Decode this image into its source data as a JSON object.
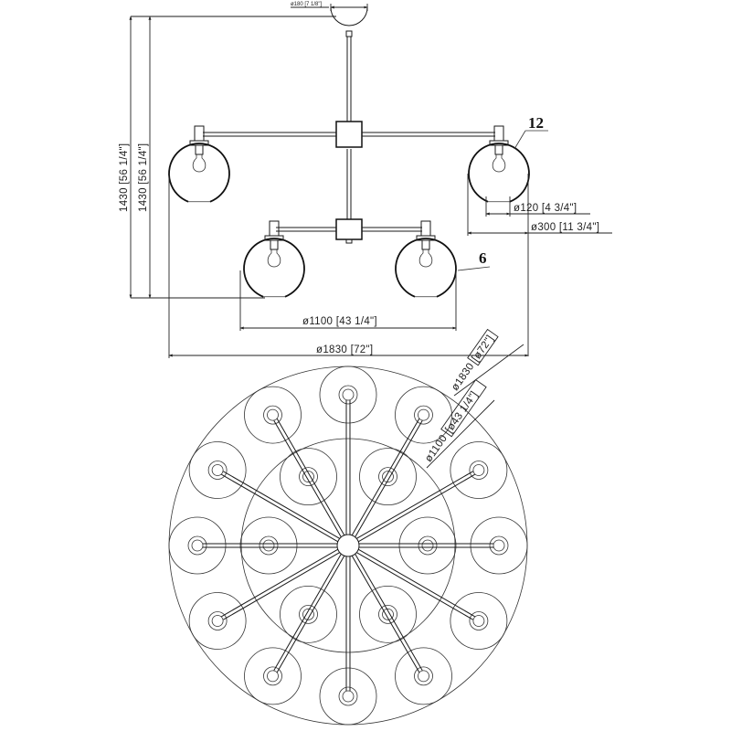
{
  "drawing": {
    "title": "Chandelier dimension drawing",
    "elevation_view": {
      "canopy_dimension": "ø180 [7 1/8\"]",
      "height_dimensions": [
        "1430 [56 1/4\"]",
        "1430 [56 1/4\"]"
      ],
      "shade_opening_dimension": "ø120 [4 3/4\"]",
      "shade_diameter_dimension": "ø300 [11 3/4\"]",
      "inner_ring_dimension": "ø1100 [43 1/4\"]",
      "outer_ring_dimension": "ø1830 [72\"]",
      "callouts": [
        {
          "label": "12",
          "refers_to": "upper tier shades"
        },
        {
          "label": "6",
          "refers_to": "lower tier shades"
        }
      ]
    },
    "plan_view": {
      "outer_dimension": {
        "value": "ø1830",
        "bracket": "[ø72\"]"
      },
      "inner_dimension": {
        "value": "ø1100",
        "bracket": "[ø43 1/4\"]"
      },
      "outer_ring_count": 12,
      "inner_ring_count": 6
    }
  }
}
